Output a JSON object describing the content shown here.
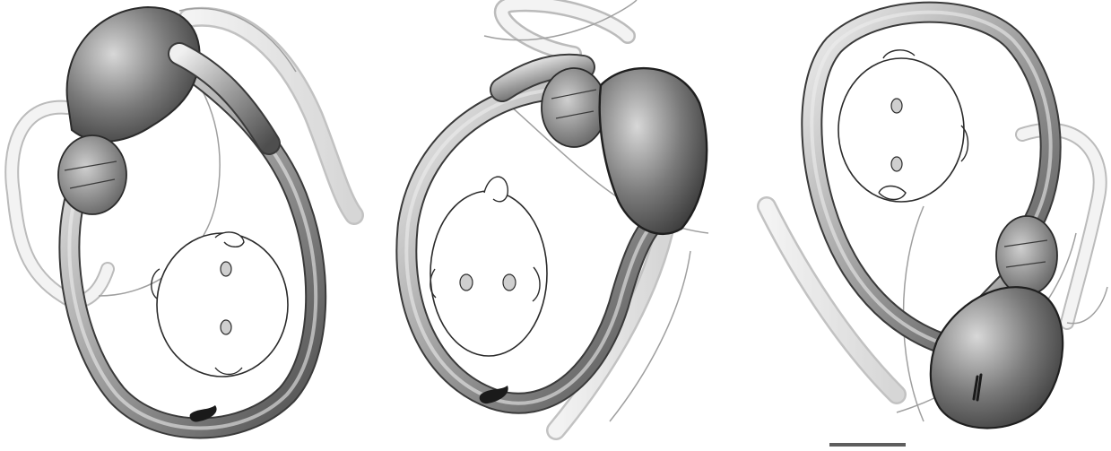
{
  "colors": {
    "background": "#ffffff",
    "outline": "#2b2b2b",
    "tube_light": "#e4e4e4",
    "tube_mid": "#a9a9a9",
    "tube_dark": "#5a5a5a",
    "ghost_line": "#9a9a9a",
    "badge": "#1a1a1a"
  },
  "views": [
    {
      "name": "view-left",
      "icons": [
        "head-icon",
        "ear-hook-icon",
        "earbud-icon",
        "ghost-hook-icon"
      ]
    },
    {
      "name": "view-center",
      "icons": [
        "head-icon",
        "ear-hook-icon",
        "earbud-icon",
        "ghost-hook-icon"
      ]
    },
    {
      "name": "view-right",
      "icons": [
        "head-icon",
        "ear-hook-icon",
        "earbud-icon",
        "ghost-hook-icon"
      ]
    }
  ]
}
